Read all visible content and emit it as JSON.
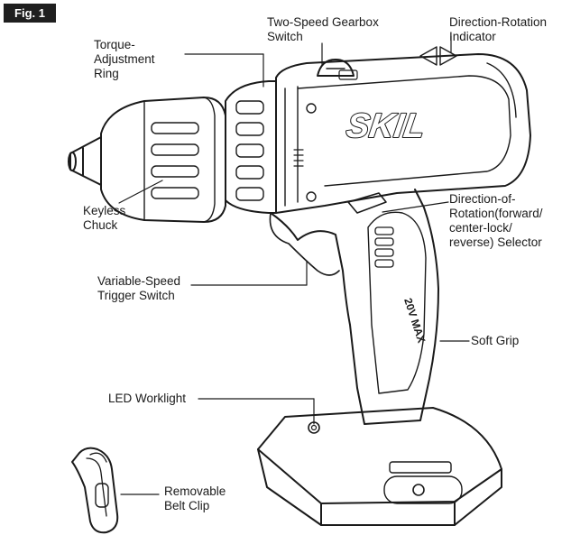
{
  "figure": {
    "badge": "Fig. 1"
  },
  "labels": {
    "two_speed": "Two-Speed Gearbox\nSwitch",
    "direction_indicator": "Direction-Rotation\nIndicator",
    "torque_ring": "Torque-\nAdjustment\nRing",
    "keyless_chuck": "Keyless\nChuck",
    "selector": "Direction-of-\nRotation(forward/\ncenter-lock/\nreverse) Selector",
    "trigger": "Variable-Speed\nTrigger Switch",
    "soft_grip": "Soft Grip",
    "led": "LED Worklight",
    "belt_clip": "Removable\nBelt Clip"
  },
  "branding": {
    "logo": "SKIL",
    "voltage": "20V MAX"
  },
  "colors": {
    "ink": "#1a1a1a",
    "badge_bg": "#1f1f1f",
    "paper": "#ffffff"
  }
}
